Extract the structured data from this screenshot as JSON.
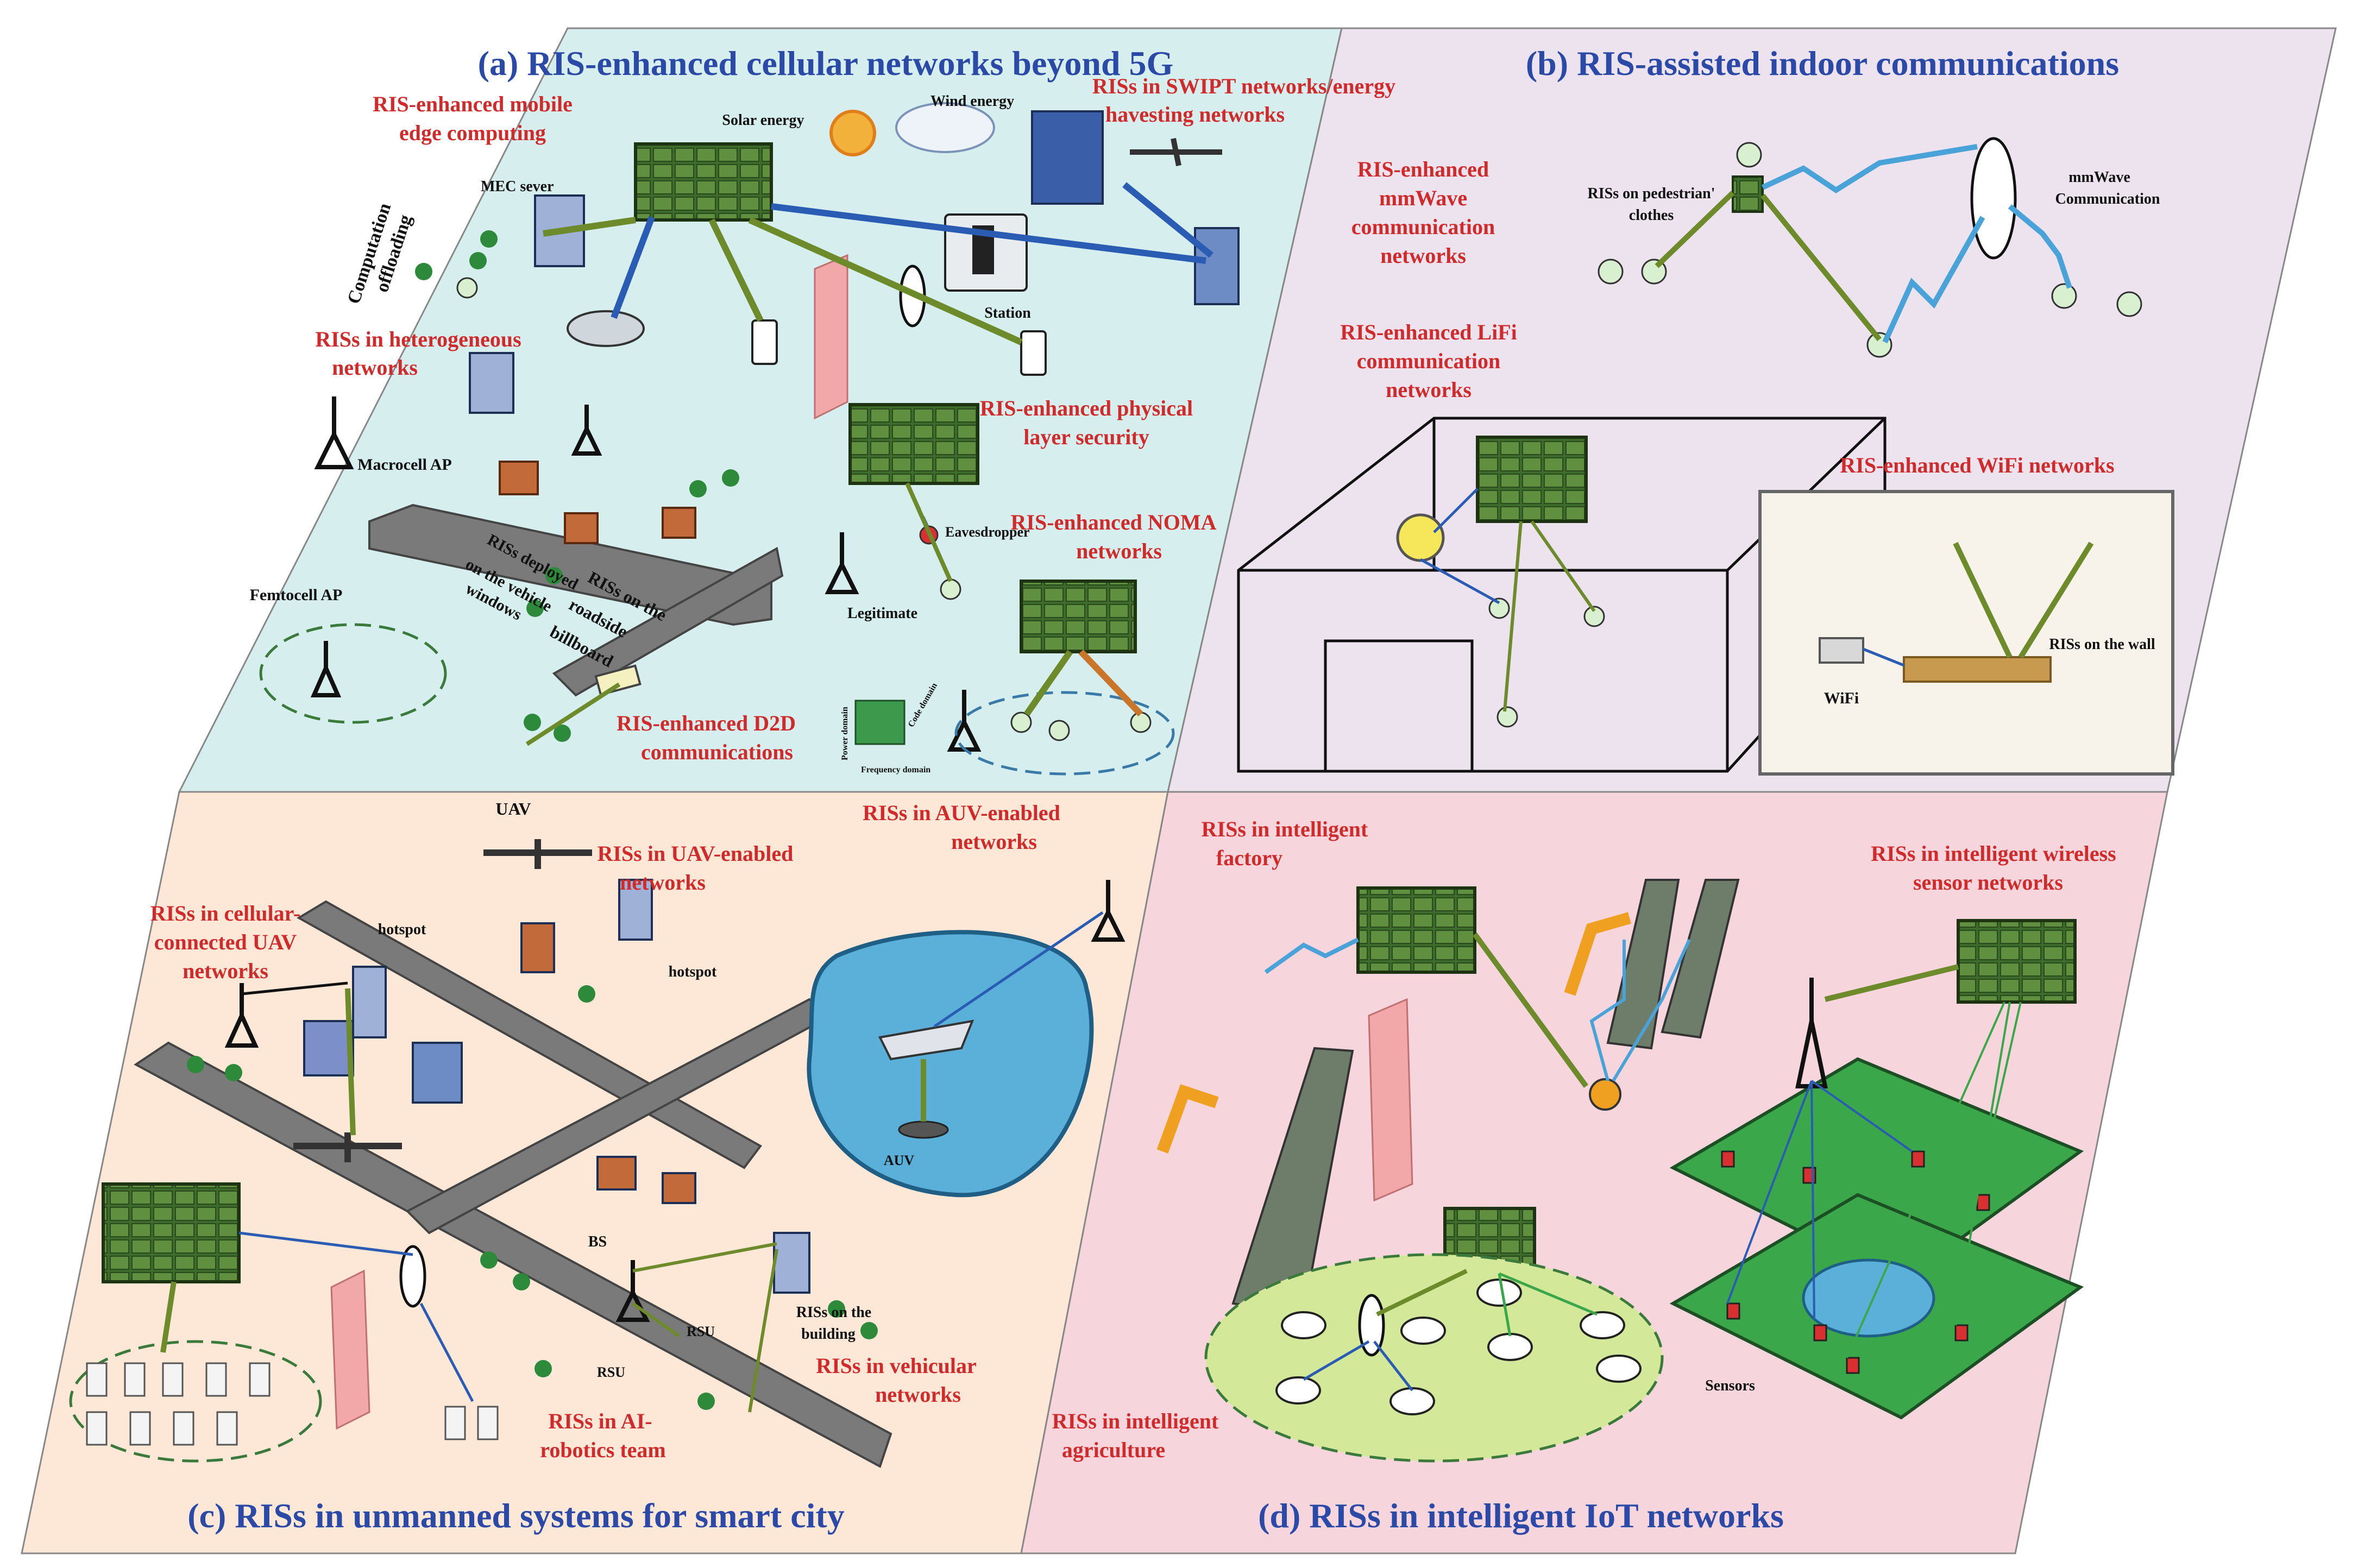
{
  "colors": {
    "panel_a": "#d6efee",
    "panel_b": "#ece3ef",
    "panel_c": "#fde7d6",
    "panel_d": "#f6d6dc",
    "label_red": "#d12a2a",
    "title_blue": "#2b4aa8",
    "ris_green": "#3d6b2c",
    "link_green": "#6d8b2a",
    "link_blue": "#2a5cb4"
  },
  "panels": {
    "a": {
      "title": "(a) RIS-enhanced cellular networks beyond 5G",
      "labels": {
        "mec_1": "RIS-enhanced mobile",
        "mec_2": "edge computing",
        "mec_server": "MEC sever",
        "offload_1": "Computation",
        "offload_2": "offloading",
        "solar": "Solar energy",
        "wind": "Wind energy",
        "swipt_1": "RISs in SWIPT networks/energy",
        "swipt_2": "havesting networks",
        "station": "Station",
        "hetero_1": "RISs in heterogeneous",
        "hetero_2": "networks",
        "macro": "Macrocell AP",
        "femto": "Femtocell AP",
        "vehicle_1": "RISs deployed",
        "vehicle_2": "on the vehicle",
        "vehicle_3": "windows",
        "road_1": "RISs on the",
        "road_2": "roadside",
        "road_3": "billboard",
        "phy_1": "RIS-enhanced physical",
        "phy_2": "layer security",
        "eaves": "Eavesdropper",
        "legit": "Legitimate",
        "noma_1": "RIS-enhanced NOMA",
        "noma_2": "networks",
        "d2d_1": "RIS-enhanced D2D",
        "d2d_2": "communications",
        "power_domain": "Power domain",
        "freq_domain": "Frequency domain",
        "code_domain": "Code domain"
      }
    },
    "b": {
      "title": "(b) RIS-assisted indoor communications",
      "labels": {
        "mmwave_1": "RIS-enhanced",
        "mmwave_2": "mmWave",
        "mmwave_3": "communication",
        "mmwave_4": "networks",
        "ped_1": "RISs on pedestrian'",
        "ped_2": "clothes",
        "mmcomm_1": "mmWave",
        "mmcomm_2": "Communication",
        "lifi_1": "RIS-enhanced LiFi",
        "lifi_2": "communication",
        "lifi_3": "networks",
        "wifi_title": "RIS-enhanced WiFi networks",
        "wifi": "WiFi",
        "wall": "RISs on the wall"
      }
    },
    "c": {
      "title": "(c) RISs in unmanned systems for smart city",
      "labels": {
        "uav": "UAV",
        "uavnet_1": "RISs in UAV-enabled",
        "uavnet_2": "networks",
        "auv_1": "RISs in AUV-enabled",
        "auv_2": "networks",
        "cell_1": "RISs in cellular-",
        "cell_2": "connected UAV",
        "cell_3": "networks",
        "hotspot_1": "hotspot",
        "hotspot_2": "hotspot",
        "auv": "AUV",
        "bs": "BS",
        "rsu_1": "RSU",
        "rsu_2": "RSU",
        "bld_1": "RISs on the",
        "bld_2": "building",
        "veh_1": "RISs in vehicular",
        "veh_2": "networks",
        "ai_1": "RISs in AI-",
        "ai_2": "robotics team"
      }
    },
    "d": {
      "title": "(d) RISs in intelligent IoT networks",
      "labels": {
        "factory_1": "RISs in intelligent",
        "factory_2": "factory",
        "wsn_1": "RISs in intelligent wireless",
        "wsn_2": "sensor networks",
        "agri_1": "RISs in intelligent",
        "agri_2": "agriculture",
        "sensors": "Sensors"
      }
    }
  }
}
